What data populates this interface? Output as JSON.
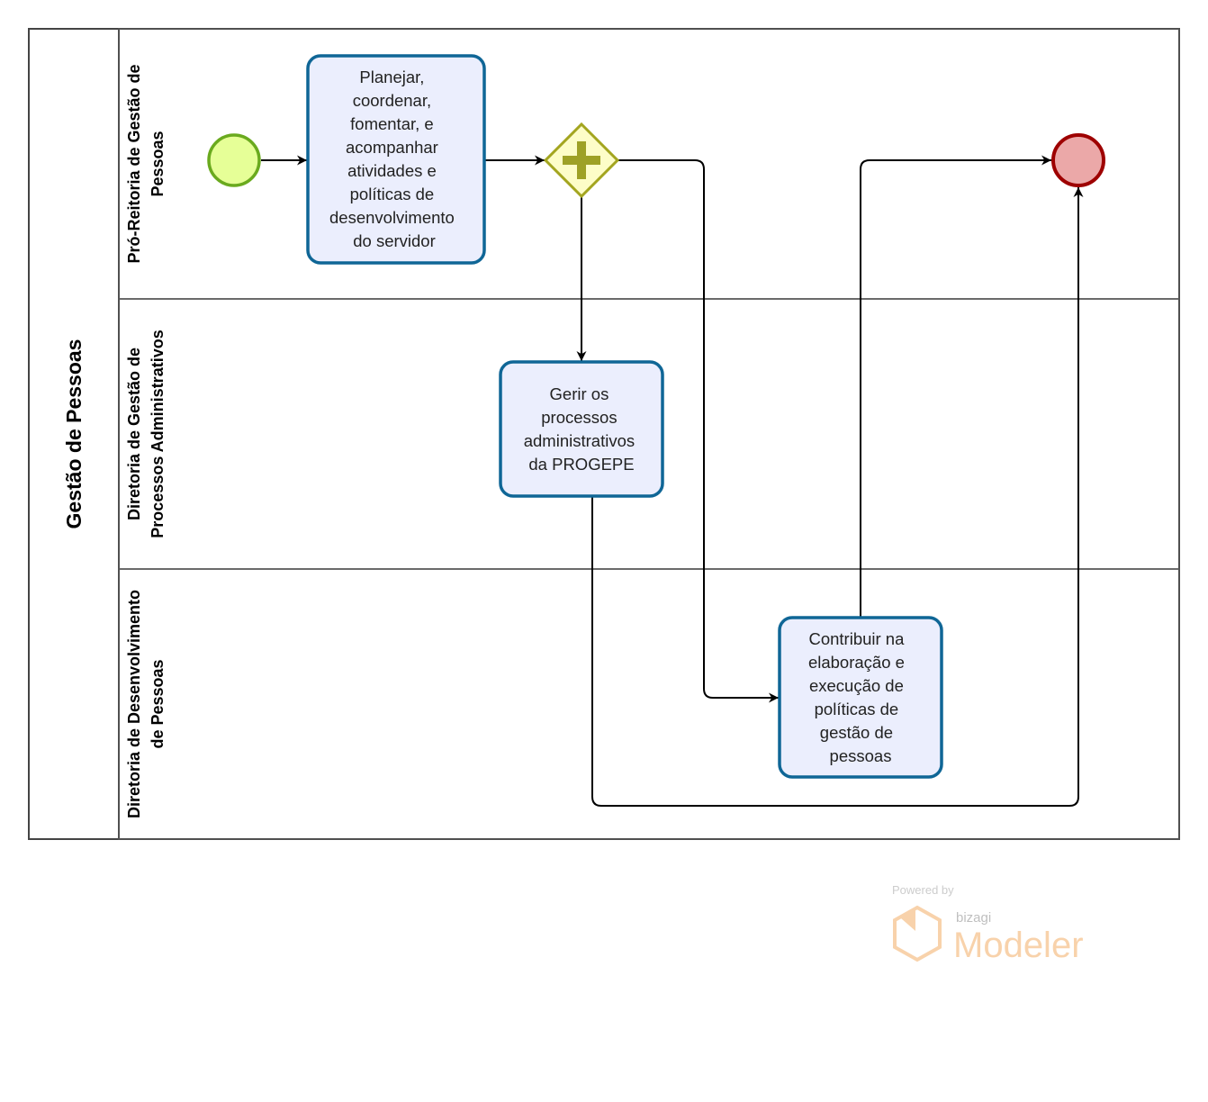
{
  "pool": {
    "title": "Gestão de Pessoas"
  },
  "lanes": [
    {
      "lines": [
        "Pró-Reitoria de Gestão de",
        "Pessoas"
      ]
    },
    {
      "lines": [
        "Diretoria de Gestão de",
        "Processos Administrativos"
      ]
    },
    {
      "lines": [
        "Diretoria de Desenvolvimento",
        "de Pessoas"
      ]
    }
  ],
  "tasks": [
    {
      "lines": [
        "Planejar,",
        "coordenar,",
        "fomentar, e",
        "acompanhar",
        "atividades e",
        "políticas de",
        "desenvolvimento",
        "do servidor"
      ]
    },
    {
      "lines": [
        "Gerir os",
        "processos",
        "administrativos",
        "da PROGEPE"
      ]
    },
    {
      "lines": [
        "Contribuir na",
        "elaboração e",
        "execução de",
        "políticas de",
        "gestão de",
        "pessoas"
      ]
    }
  ],
  "events": {
    "start": "start-event",
    "end": "end-event",
    "gateway": "parallel-gateway"
  },
  "colors": {
    "task_fill": "#ebeefd",
    "task_stroke": "#0f6696",
    "start_fill": "#e6ff97",
    "start_stroke": "#6aaa1e",
    "end_fill": "#eba8a8",
    "end_stroke": "#9e0000",
    "gateway_fill": "#fdfdc8",
    "gateway_stroke": "#a3a51f"
  },
  "watermark": {
    "powered": "Powered by",
    "brand": "bizagi",
    "product": "Modeler"
  }
}
